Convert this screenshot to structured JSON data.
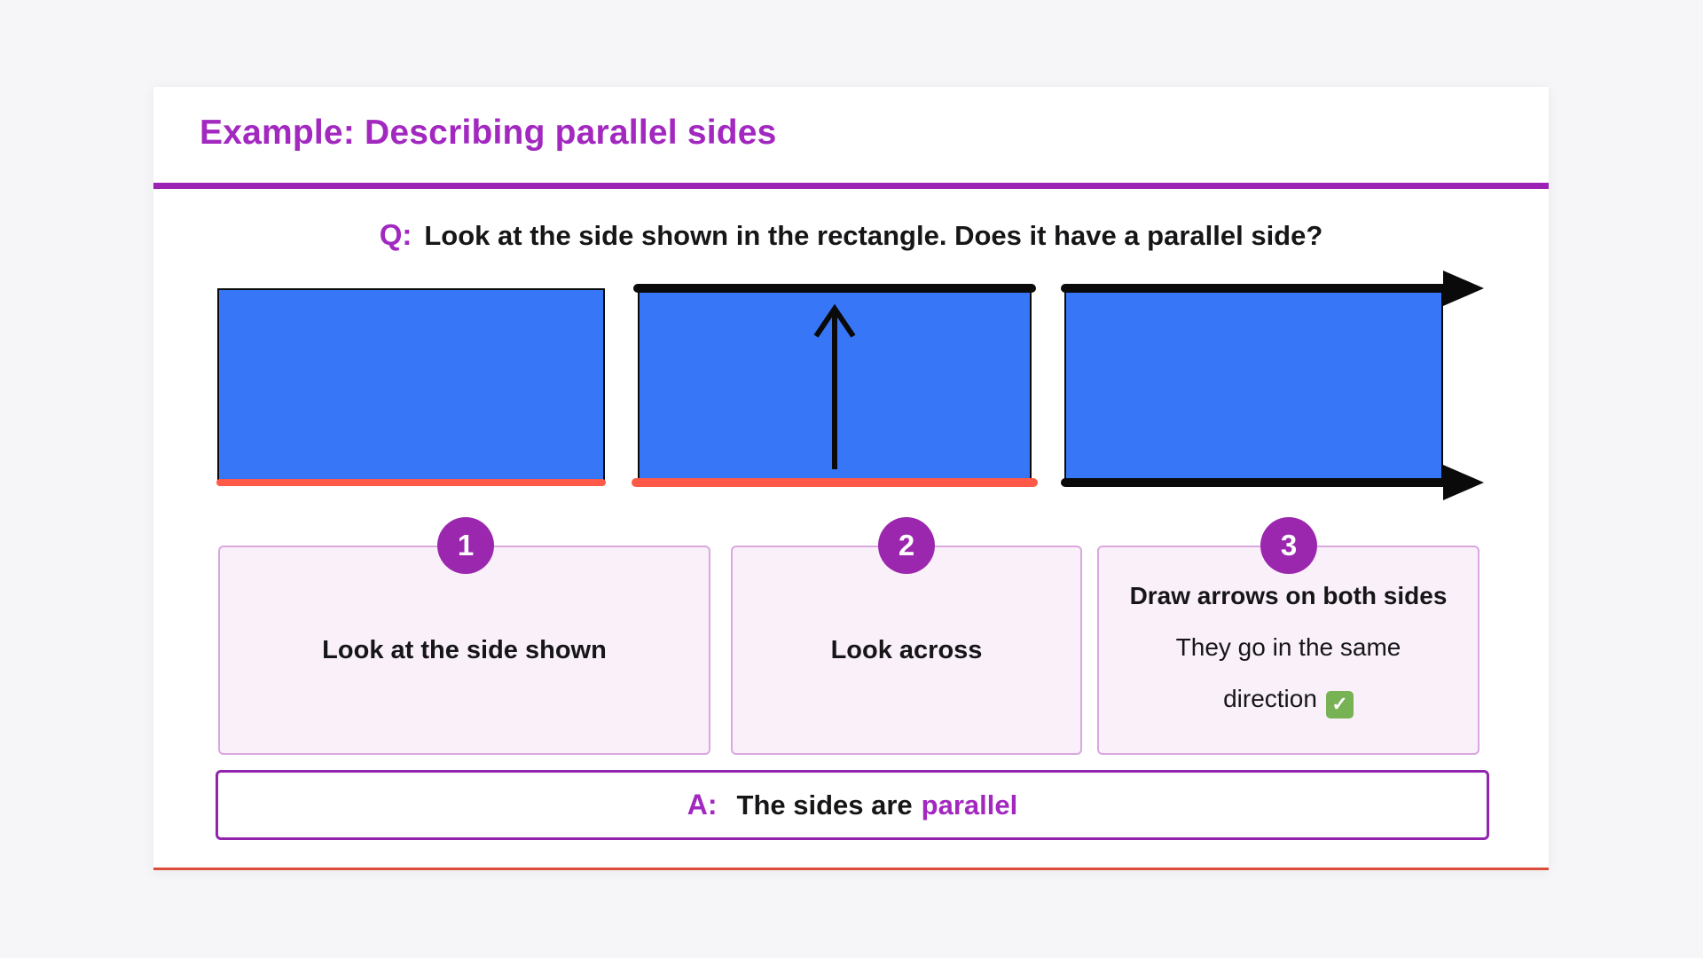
{
  "header": {
    "title": "Example: Describing parallel sides"
  },
  "question": {
    "label": "Q:",
    "text": "Look at the side shown in the rectangle. Does it have a parallel side?"
  },
  "steps": [
    {
      "number": "1",
      "text": "Look at the side shown"
    },
    {
      "number": "2",
      "text": "Look across"
    },
    {
      "number": "3",
      "title": "Draw arrows on both sides",
      "line1": "They go in the same",
      "line2": "direction",
      "check_glyph": "✓"
    }
  ],
  "answer": {
    "label": "A:",
    "text": "The sides are",
    "highlight": "parallel"
  },
  "colors": {
    "title_purple": "#a228c0",
    "accent_purple": "#9b27ae",
    "divider_purple": "#9c22b5",
    "shape_blue": "#3777f7",
    "highlight_orange": "#ff5a47",
    "stroke_black": "#0a0a0a",
    "card_bottom_red": "#dd4b3b",
    "step_box_bg": "#faf0fa",
    "step_box_border": "#daa7e0",
    "check_green": "#77b255",
    "page_bg": "#f6f6f8"
  }
}
